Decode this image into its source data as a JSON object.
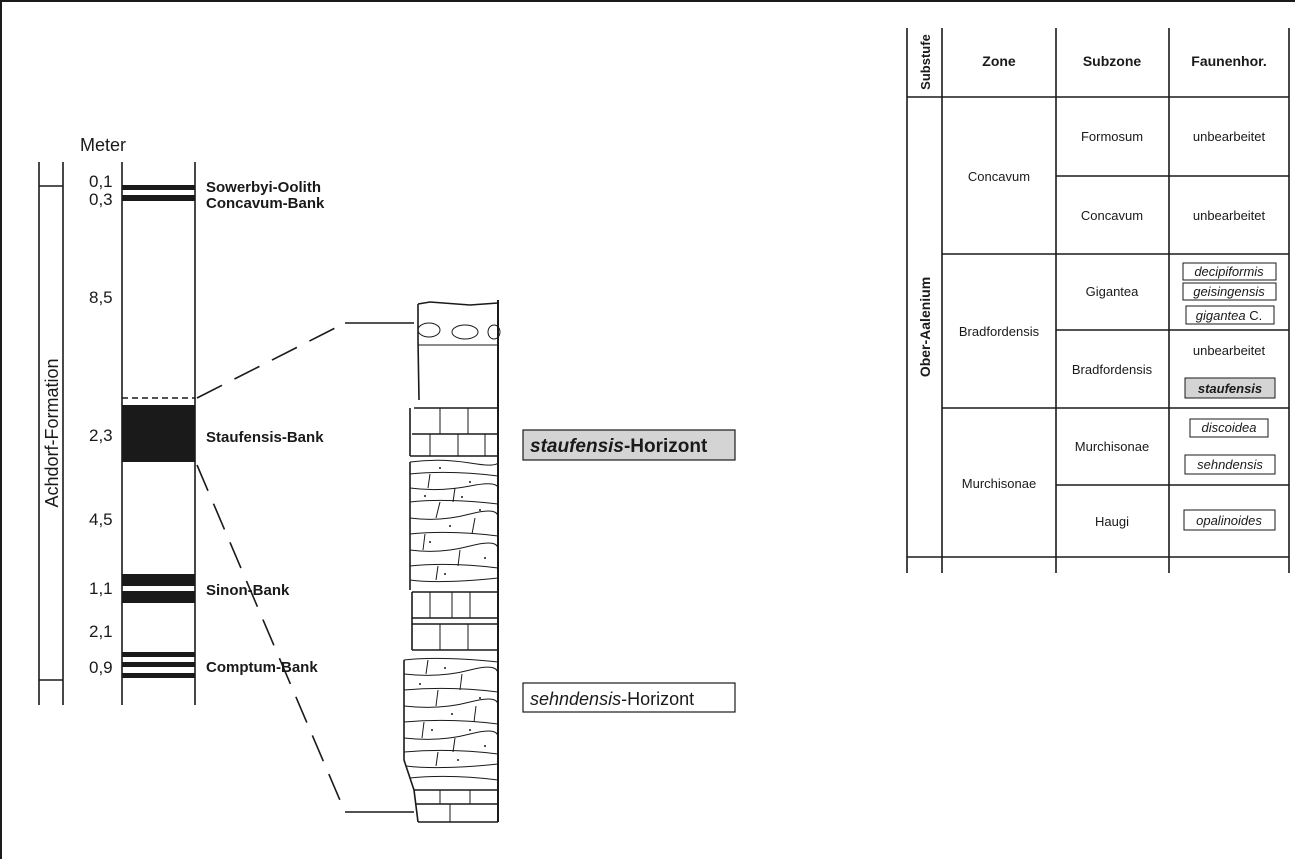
{
  "section": {
    "unit_header": "Meter",
    "formation": "Achdorf-Formation",
    "thicknesses": [
      "0,1",
      "0,3",
      "8,5",
      "2,3",
      "4,5",
      "1,1",
      "2,1",
      "0,9"
    ],
    "banks": [
      "Sowerbyi-Oolith",
      "Concavum-Bank",
      "Staufensis-Bank",
      "Sinon-Bank",
      "Comptum-Bank"
    ]
  },
  "horizons": [
    {
      "italic": "staufensis",
      "rest": "-Horizont",
      "highlighted": true
    },
    {
      "italic": "sehndensis",
      "rest": "-Horizont",
      "highlighted": false
    }
  ],
  "colors": {
    "ink": "#1a1a1a",
    "highlight_fill": "#d4d4d4",
    "paper": "#ffffff"
  },
  "table": {
    "headers": {
      "substufe": "Substufe",
      "zone": "Zone",
      "subzone": "Subzone",
      "faunenhor": "Faunenhor."
    },
    "substufe": "Ober-Aalenium",
    "zones": [
      "Concavum",
      "Bradfordensis",
      "Murchisonae"
    ],
    "subzones": [
      "Formosum",
      "Concavum",
      "Gigantea",
      "Bradfordensis",
      "Murchisonae",
      "Haugi"
    ],
    "faunal": {
      "formosum": "unbearbeitet",
      "concavum": "unbearbeitet",
      "gigantea": [
        {
          "italic": "decipiformis",
          "rest": ""
        },
        {
          "italic": "geisingensis",
          "rest": ""
        },
        {
          "italic": "gigantea",
          "rest": " C."
        }
      ],
      "bradfordensis_text": "unbearbeitet",
      "bradfordensis_box": "staufensis",
      "murchisonae": [
        "discoidea",
        "sehndensis"
      ],
      "haugi": "opalinoides"
    }
  }
}
